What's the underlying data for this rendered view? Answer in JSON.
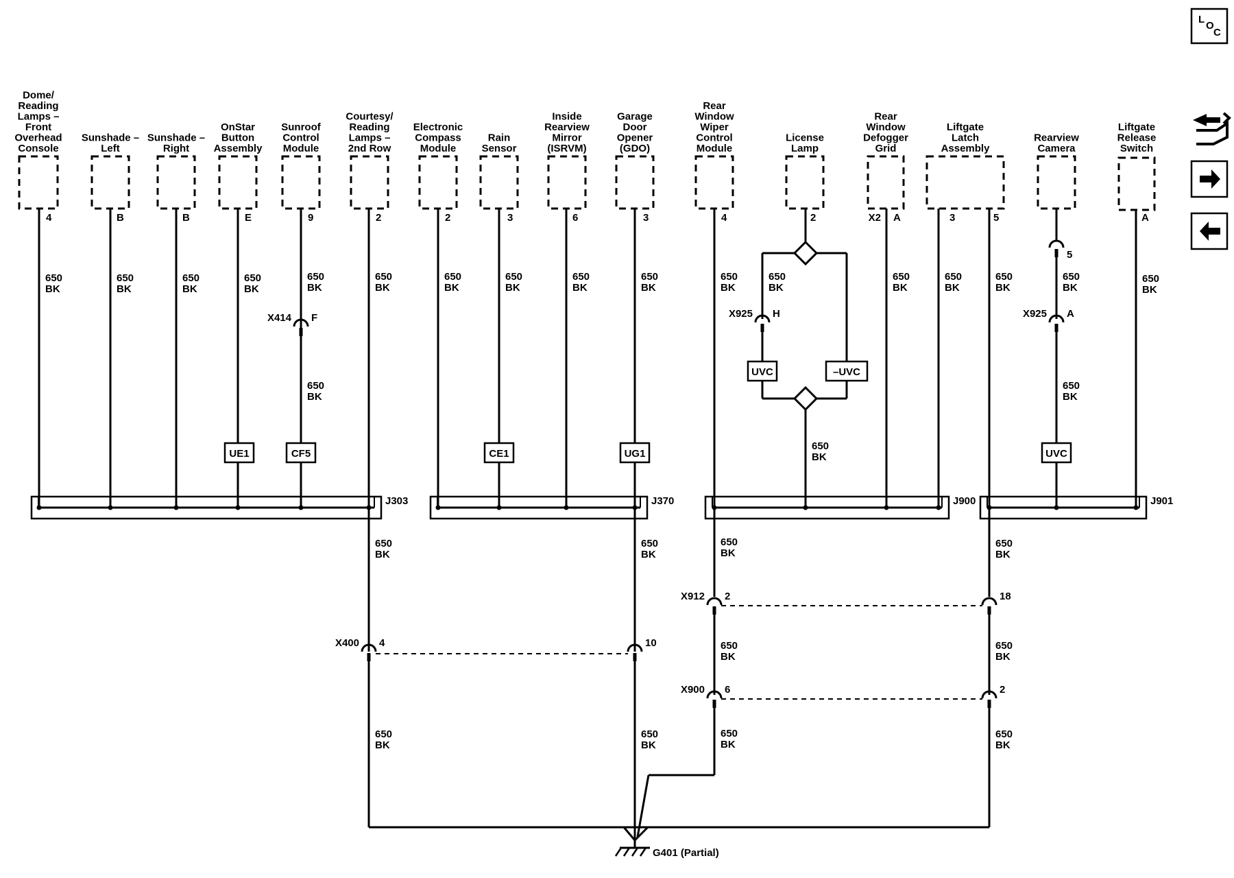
{
  "components": [
    {
      "lines": [
        "Dome/",
        "Reading",
        "Lamps –",
        "Front",
        "Overhead",
        "Console"
      ],
      "pin": "4"
    },
    {
      "lines": [
        "Sunshade –",
        "Left"
      ],
      "pin": "B"
    },
    {
      "lines": [
        "Sunshade –",
        "Right"
      ],
      "pin": "B"
    },
    {
      "lines": [
        "OnStar",
        "Button",
        "Assembly"
      ],
      "pin": "E"
    },
    {
      "lines": [
        "Sunroof",
        "Control",
        "Module"
      ],
      "pin": "9"
    },
    {
      "lines": [
        "Courtesy/",
        "Reading",
        "Lamps –",
        "2nd Row"
      ],
      "pin": "2"
    },
    {
      "lines": [
        "Electronic",
        "Compass",
        "Module"
      ],
      "pin": "2"
    },
    {
      "lines": [
        "Rain",
        "Sensor"
      ],
      "pin": "3"
    },
    {
      "lines": [
        "Inside",
        "Rearview",
        "Mirror",
        "(ISRVM)"
      ],
      "pin": "6"
    },
    {
      "lines": [
        "Garage",
        "Door",
        "Opener",
        "(GDO)"
      ],
      "pin": "3"
    },
    {
      "lines": [
        "Rear",
        "Window",
        "Wiper",
        "Control",
        "Module"
      ],
      "pin": "4"
    },
    {
      "lines": [
        "License",
        "Lamp"
      ],
      "pin": "2"
    },
    {
      "lines": [
        "Rear",
        "Window",
        "Defogger",
        "Grid"
      ],
      "pin": "A",
      "pin2": "X2"
    },
    {
      "lines": [
        "Liftgate",
        "Latch",
        "Assembly"
      ],
      "pin": "3",
      "pin_b": "5"
    },
    {
      "lines": [
        "Rearview",
        "Camera"
      ],
      "pin": "5"
    },
    {
      "lines": [
        "Liftgate",
        "Release",
        "Switch"
      ],
      "pin": "A"
    }
  ],
  "wire": {
    "circuit": "650",
    "color": "BK"
  },
  "options": [
    "UE1",
    "CF5",
    "CE1",
    "UG1",
    "UVC",
    "–UVC"
  ],
  "splices": [
    "J303",
    "J370",
    "J900",
    "J901"
  ],
  "inline_connectors": [
    {
      "name": "X414",
      "pin": "F"
    },
    {
      "name": "X925",
      "pin": "H"
    },
    {
      "name": "X925",
      "pin": "A"
    },
    {
      "name": "X400",
      "pin": "4",
      "pin_b": "10"
    },
    {
      "name": "X912",
      "pin": "2",
      "pin_b": "18"
    },
    {
      "name": "X900",
      "pin": "6",
      "pin_b": "2"
    }
  ],
  "ground": {
    "label": "G401 (Partial)"
  },
  "nav": {
    "loc": {
      "l": "L",
      "o": "O",
      "c": "C"
    },
    "icons": [
      "connector-view-icon",
      "next-page-icon",
      "previous-page-icon"
    ]
  }
}
